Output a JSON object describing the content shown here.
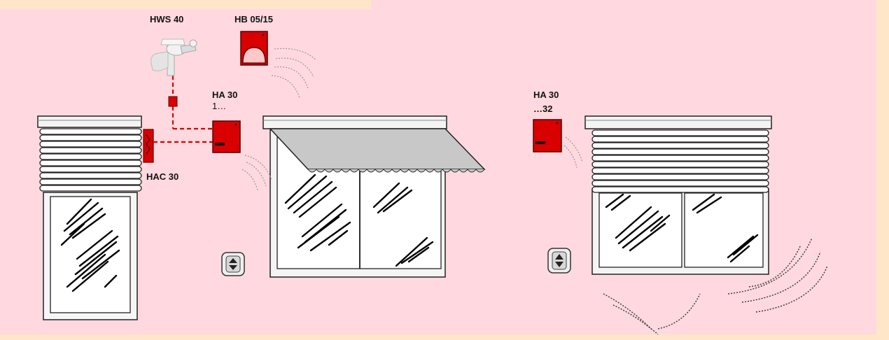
{
  "labels": {
    "hws40": "HWS 40",
    "hb0515": "HB 05/15",
    "ha30_left": "HA 30",
    "ha30_left_sub": "1…",
    "hac30": "HAC 30",
    "ha30_right": "HA 30",
    "ha30_right_sub": "…32"
  },
  "icons": {
    "weather_station": "weather-station-icon",
    "sun_sensor": "sun-sensor-icon",
    "actuator": "actuator-box-icon",
    "switch_actuator": "hac-switch-icon",
    "remote": "up-down-remote-icon",
    "radio_waves": "radio-wave-icon"
  },
  "colors": {
    "background": "#ffd9df",
    "device_red": "#d80000",
    "link_red": "#e00000",
    "awning_grey": "#c8c8c8"
  }
}
